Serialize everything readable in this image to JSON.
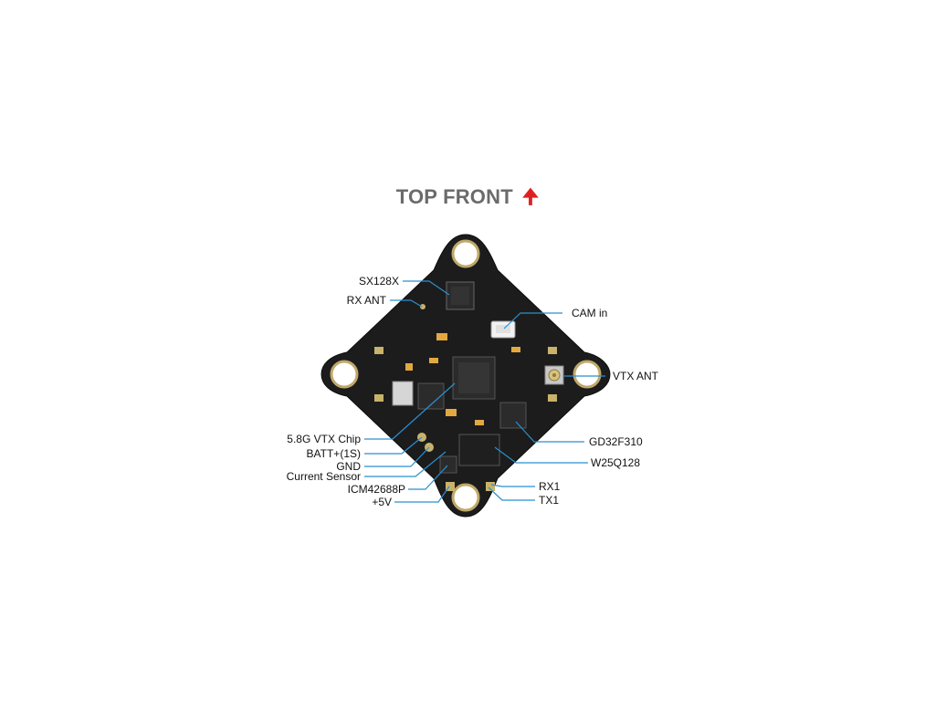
{
  "title": "TOP FRONT",
  "title_arrow_icon": "red-up-arrow-icon",
  "accent_color": "#e02020",
  "leader_color": "#2a8fd0",
  "board_color": "#1a1a1a",
  "labels_left": [
    "SX128X",
    "RX ANT",
    "5.8G VTX Chip",
    "BATT+(1S)",
    "GND",
    "Current Sensor",
    "ICM42688P",
    "+5V"
  ],
  "labels_right": [
    "CAM in",
    "VTX ANT",
    "GD32F310",
    "W25Q128",
    "RX1",
    "TX1"
  ]
}
